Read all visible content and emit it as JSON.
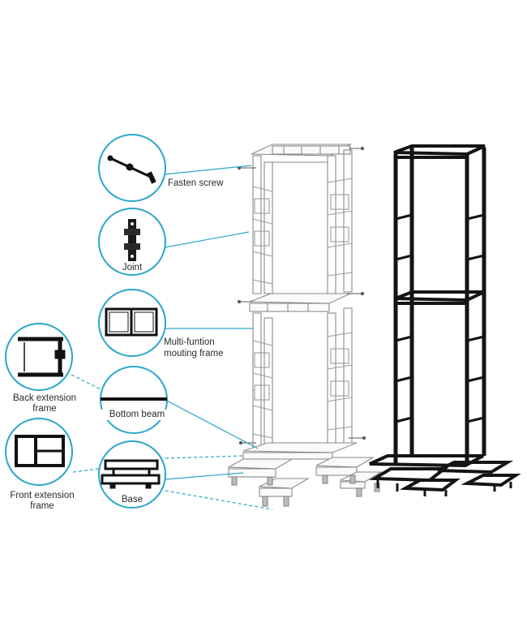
{
  "callouts": {
    "fasten_screw": "Fasten screw",
    "joint": "Joint",
    "multi_line1": "Multi-funtion",
    "multi_line2": "mouting frame",
    "back_line1": "Back extension",
    "back_line2": "frame",
    "bottom_beam": "Bottom beam",
    "front_line1": "Front extension",
    "front_line2": "frame",
    "base": "Base"
  },
  "colors": {
    "callout_ring": "#2aa6c9",
    "leader_line": "#2aa6c9",
    "wireframe": "#8a8a8a",
    "solid_frame": "#141414"
  }
}
